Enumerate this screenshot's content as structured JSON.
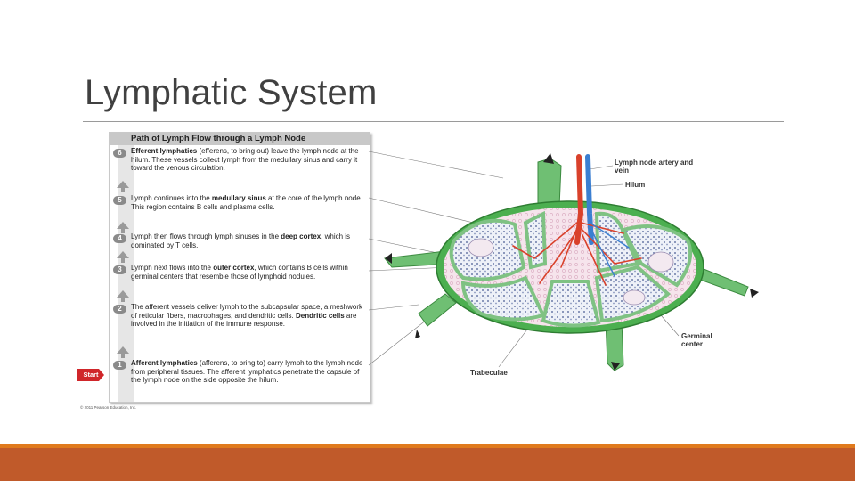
{
  "slide": {
    "title": "Lymphatic System"
  },
  "panel": {
    "header": "Path of Lymph Flow through a Lymph Node",
    "start_label": "Start",
    "copyright": "© 2011 Pearson Education, Inc.",
    "steps": [
      {
        "num": "6",
        "bold": "Efferent lymphatics",
        "rest": " (efferens, to bring out) leave the lymph node at the hilum. These vessels collect lymph from the medullary sinus and carry it toward the venous circulation."
      },
      {
        "num": "5",
        "pre": "Lymph continues into the ",
        "bold": "medullary sinus",
        "rest": " at the core of the lymph node. This region contains B cells and plasma cells."
      },
      {
        "num": "4",
        "pre": "Lymph then flows through lymph sinuses in the ",
        "bold": "deep cortex",
        "rest": ", which is dominated by T cells."
      },
      {
        "num": "3",
        "pre": "Lymph next flows into the ",
        "bold": "outer cortex",
        "rest": ", which contains B cells within germinal centers that resemble those of lymphoid nodules."
      },
      {
        "num": "2",
        "pre": "The afferent vessels deliver lymph to the subcapsular space, a meshwork of reticular fibers, macrophages, and dendritic cells. ",
        "bold": "Dendritic cells",
        "rest": " are involved in the initiation of the immune response."
      },
      {
        "num": "1",
        "bold": "Afferent lymphatics",
        "rest": " (afferens, to bring to) carry lymph to the lymph node from peripheral tissues. The afferent lymphatics penetrate the capsule of the lymph node on the side opposite the hilum."
      }
    ]
  },
  "labels": {
    "artery_vein": "Lymph node artery and vein",
    "hilum": "Hilum",
    "germinal": "Germinal center",
    "trabeculae": "Trabeculae"
  },
  "colors": {
    "capsule": "#4caf50",
    "artery": "#d9412b",
    "vein": "#3b7fd1",
    "footer": "#c05a2a",
    "accent": "#e07a1d"
  }
}
